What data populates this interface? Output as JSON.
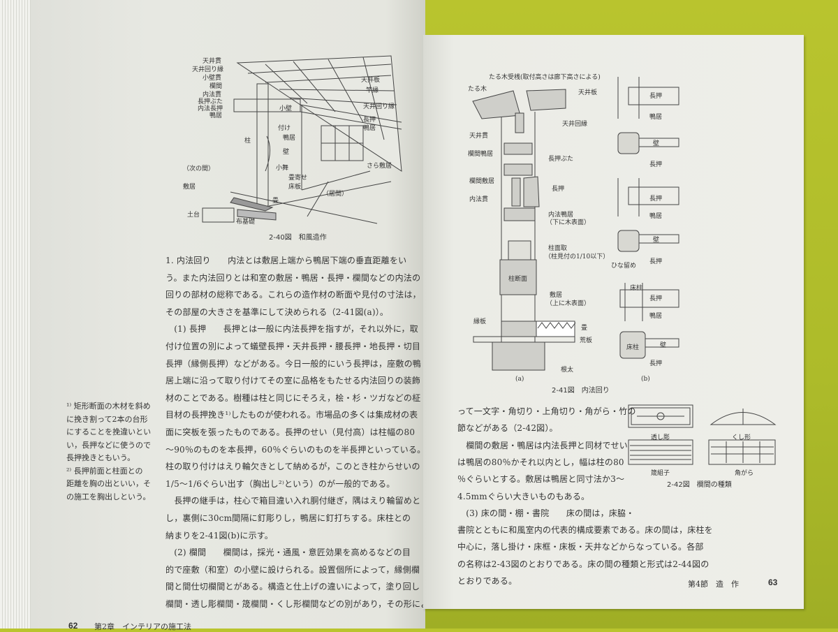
{
  "left_page": {
    "body_lines": [
      "1.  内法回り　　内法とは敷居上端から鴨居下端の垂直距離をい",
      "う。また内法回りとは和室の敷居・鴨居・長押・欄間などの内法の",
      "回りの部材の総称である。これらの造作材の断面や見付の寸法は，",
      "その部屋の大きさを基準にして決められる（2-41図(a)）。",
      "　(1)  長押　　長押とは一般に内法長押を指すが，それ以外に，取",
      "付け位置の別によって蟻壁長押・天井長押・腰長押・地長押・切目",
      "長押（縁側長押）などがある。今日一般的にいう長押は，座敷の鴨",
      "居上端に沿って取り付けてその室に品格をもたせる内法回りの装飾",
      "材のことである。樹種は柱と同じにそろえ，桧・杉・ツガなどの柾",
      "目材の長押挽き¹⁾したものが使われる。市場品の多くは集成材の表",
      "面に突板を張ったものである。長押のせい（見付高）は柱幅の80",
      "～90％のものを本長押，60％ぐらいのものを半長押といっている。",
      "柱の取り付けはえり輪欠きとして納めるが，このとき柱からせいの",
      "1/5～1/6ぐらい出す（胸出し²⁾という）のが一般的である。",
      "　長押の継手は，柱心で箱目違い入れ胴付継ぎ，隅はえり輪留めと",
      "し，裏側に30cm間隔に釘彫りし，鴨居に釘打ちする。床柱との",
      "納まりを2-41図(b)に示す。",
      "　(2)  欄間　　欄間は，採光・通風・意匠効果を高めるなどの目",
      "的で座敷（和室）の小壁に設けられる。設置個所によって，縁側欄",
      "間と間仕切欄間とがある。構造と仕上げの違いによって，塗り回し",
      "欄間・透し彫欄間・筬欄間・くし形欄間などの別があり，その形によ"
    ],
    "side_notes": [
      "¹⁾ 矩形断面の木材を斜め",
      "に挽き割って2本の台形",
      "にすることを挽違いとい",
      "い，長押などに使うので",
      "長押挽きともいう。",
      "²⁾ 長押前面と柱面との",
      "距離を胸の出といい，そ",
      "の施工を胸出しという。"
    ],
    "figure_2_40": {
      "caption": "2-40図　和風造作",
      "labels": {
        "tenjo_nuki": "天井貫",
        "tenjo_mawaribuchi": "天井回り縁",
        "kokabe_nuki": "小壁貫",
        "ranma": "欄間",
        "uchinori_nuki": "内法貫",
        "nageshi_buta": "長押ぶた",
        "uchinori_nageshi": "内法長押",
        "kamoi": "鴨居",
        "tenjo_ita": "天井板",
        "saobuchi": "竿縁",
        "tenjo_mawaribuchi2": "天井回り縁",
        "nageshi": "長押",
        "kamoi2": "鴨居",
        "sara_shikii": "さら敷居",
        "kokabe": "小壁",
        "tsuke": "付け",
        "kamoi3": "鴨居",
        "hashira": "柱",
        "kabe": "壁",
        "komai": "小舞",
        "tatami_yose": "畳寄せ",
        "yukaita": "床板",
        "tsugi_no_ma": "（次の間）",
        "shikii": "敷居",
        "tatami": "畳",
        "ima": "（居間）",
        "dodai": "土台",
        "nuno_kiso": "布基礎"
      }
    },
    "footer": {
      "page_number": "62",
      "chapter": "第2章　インテリアの施工法"
    }
  },
  "right_page": {
    "body_lines": [
      "って一文字・角切り・上角切り・角がら・竹の",
      "節などがある（2-42図）。",
      "　欄間の敷居・鴨居は内法長押と同材でせい",
      "は鴨居の80％かそれ以内とし，幅は柱の80",
      "％ぐらいとする。敷居は鴨居と同寸法か3～",
      "4.5mmぐらい大きいものもある。",
      "　(3)  床の間・棚・書院　　床の間は，床脇・",
      "書院とともに和風室内の代表的構成要素である。床の間は，床柱を",
      "中心に，落し掛け・床框・床板・天井などからなっている。各部",
      "の名称は2-43図のとおりである。床の間の種類と形式は2-44図の",
      "とおりである。"
    ],
    "figure_2_41": {
      "caption": "2-41図　内法回り",
      "sub_a": "(a)",
      "sub_b": "(b)",
      "labels_a": {
        "taruki_ukesan": "たる木受桟(取付高さは廊下高さによる)",
        "taruki": "たる木",
        "tenjo_ita": "天井板",
        "tenjo_mawaribuchi": "天井回縁",
        "tenjo_nuki": "天井貫",
        "ranma_kamoi": "欄間鴨居",
        "nageshi_buta": "長押ぶた",
        "ranma_shikii": "欄間敷居",
        "nageshi": "長押",
        "uchinori_nuki": "内法貫",
        "uchinori_kamoi": "内法鴨居",
        "uchinori_kamoi_note": "（下に木表面）",
        "hashira_mentori": "柱面取",
        "hashira_mentori_note": "（柱見付の1/10以下）",
        "hashira_danmen": "柱断面",
        "shikii": "敷居",
        "shikii_note": "（上に木表面）",
        "enita": "縁板",
        "tatami": "畳",
        "araita": "荒板",
        "neda": "根太"
      },
      "labels_b": [
        "長押",
        "鴨居",
        "壁",
        "長押",
        "長押",
        "鴨居",
        "壁",
        "ひな留め",
        "長押",
        "床柱",
        "長押",
        "鴨居",
        "床柱",
        "壁",
        "長押"
      ]
    },
    "figure_2_42": {
      "caption": "2-42図　欄間の種類",
      "types": [
        "透し彫",
        "くし形",
        "筬組子",
        "角がら"
      ]
    },
    "footer": {
      "section": "第4節　造　作",
      "page_number": "63"
    }
  }
}
